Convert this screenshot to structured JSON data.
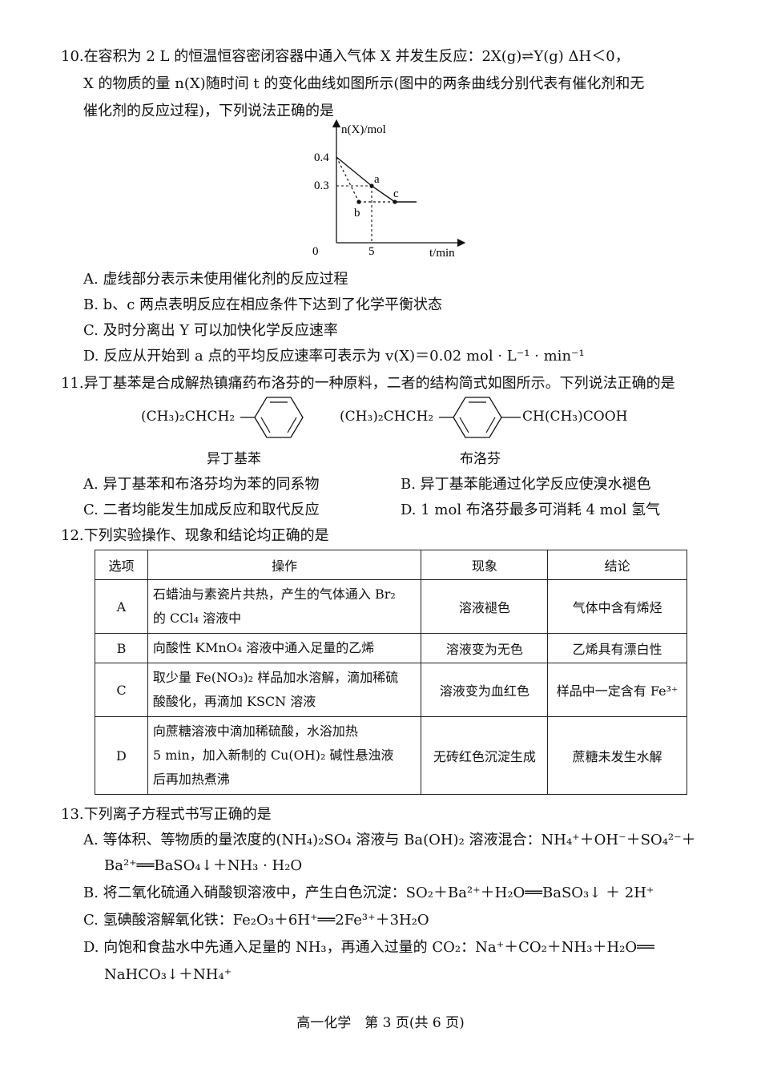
{
  "q10": {
    "l1": "10.在容积为 2 L 的恒温恒容密闭容器中通入气体 X 并发生反应：2X(g)⇌Y(g)  ΔH＜0，",
    "l2": "X 的物质的量 n(X)随时间 t 的变化曲线如图所示(图中的两条曲线分别代表有催化剂和无",
    "l3": "催化剂的反应过程)，下列说法正确的是",
    "graph": {
      "ylabel": "n(X)/mol",
      "xlabel": "t/min",
      "origin": "0",
      "y_ticks": [
        "0.4",
        "0.3"
      ],
      "x_tick": "5",
      "point_a": "a",
      "point_b": "b",
      "point_c": "c"
    },
    "optA": "A. 虚线部分表示未使用催化剂的反应过程",
    "optB": "B. b、c 两点表明反应在相应条件下达到了化学平衡状态",
    "optC": "C. 及时分离出 Y 可以加快化学反应速率",
    "optD": "D. 反应从开始到 a 点的平均反应速率可表示为 v(X)＝0.02 mol · L⁻¹ · min⁻¹"
  },
  "q11": {
    "stem": "11.异丁基苯是合成解热镇痛药布洛芬的一种原料，二者的结构简式如图所示。下列说法正确的是",
    "s1_left": "(CH₃)₂CHCH₂",
    "s2_left": "(CH₃)₂CHCH₂",
    "s2_right": "CH(CH₃)COOH",
    "cap1": "异丁基苯",
    "cap2": "布洛芬",
    "optA": "A. 异丁基苯和布洛芬均为苯的同系物",
    "optB": "B. 异丁基苯能通过化学反应使溴水褪色",
    "optC": "C. 二者均能发生加成反应和取代反应",
    "optD": "D. 1 mol 布洛芬最多可消耗 4 mol 氢气"
  },
  "q12": {
    "stem": "12.下列实验操作、现象和结论均正确的是",
    "headers": [
      "选项",
      "操作",
      "现象",
      "结论"
    ],
    "rows": [
      {
        "opt": "A",
        "op1": "石蜡油与素瓷片共热，产生的气体通入 Br₂",
        "op2": "的 CCl₄ 溶液中",
        "op3": "",
        "phen": "溶液褪色",
        "concl": "气体中含有烯烃"
      },
      {
        "opt": "B",
        "op1": "向酸性 KMnO₄ 溶液中通入足量的乙烯",
        "op2": "",
        "op3": "",
        "phen": "溶液变为无色",
        "concl": "乙烯具有漂白性"
      },
      {
        "opt": "C",
        "op1": "取少量 Fe(NO₃)₂ 样品加水溶解，滴加稀硫",
        "op2": "酸酸化，再滴加 KSCN 溶液",
        "op3": "",
        "phen": "溶液变为血红色",
        "concl": "样品中一定含有 Fe³⁺"
      },
      {
        "opt": "D",
        "op1": "向蔗糖溶液中滴加稀硫酸，水浴加热",
        "op2": "5 min，加入新制的 Cu(OH)₂ 碱性悬浊液",
        "op3": "后再加热煮沸",
        "phen": "无砖红色沉淀生成",
        "concl": "蔗糖未发生水解"
      }
    ]
  },
  "q13": {
    "stem": "13.下列离子方程式书写正确的是",
    "optA1": "A. 等体积、等物质的量浓度的(NH₄)₂SO₄ 溶液与 Ba(OH)₂ 溶液混合：NH₄⁺＋OH⁻＋SO₄²⁻＋",
    "optA2": "Ba²⁺══BaSO₄↓＋NH₃ · H₂O",
    "optB": "B. 将二氧化硫通入硝酸钡溶液中，产生白色沉淀：SO₂＋Ba²⁺＋H₂O══BaSO₃↓ ＋ 2H⁺",
    "optC": "C. 氢碘酸溶解氧化铁：Fe₂O₃＋6H⁺══2Fe³⁺＋3H₂O",
    "optD1": "D. 向饱和食盐水中先通入足量的 NH₃，再通入过量的 CO₂：Na⁺＋CO₂＋NH₃＋H₂O══",
    "optD2": "NaHCO₃↓＋NH₄⁺"
  },
  "footer": "高一化学　第 3 页(共 6 页)"
}
